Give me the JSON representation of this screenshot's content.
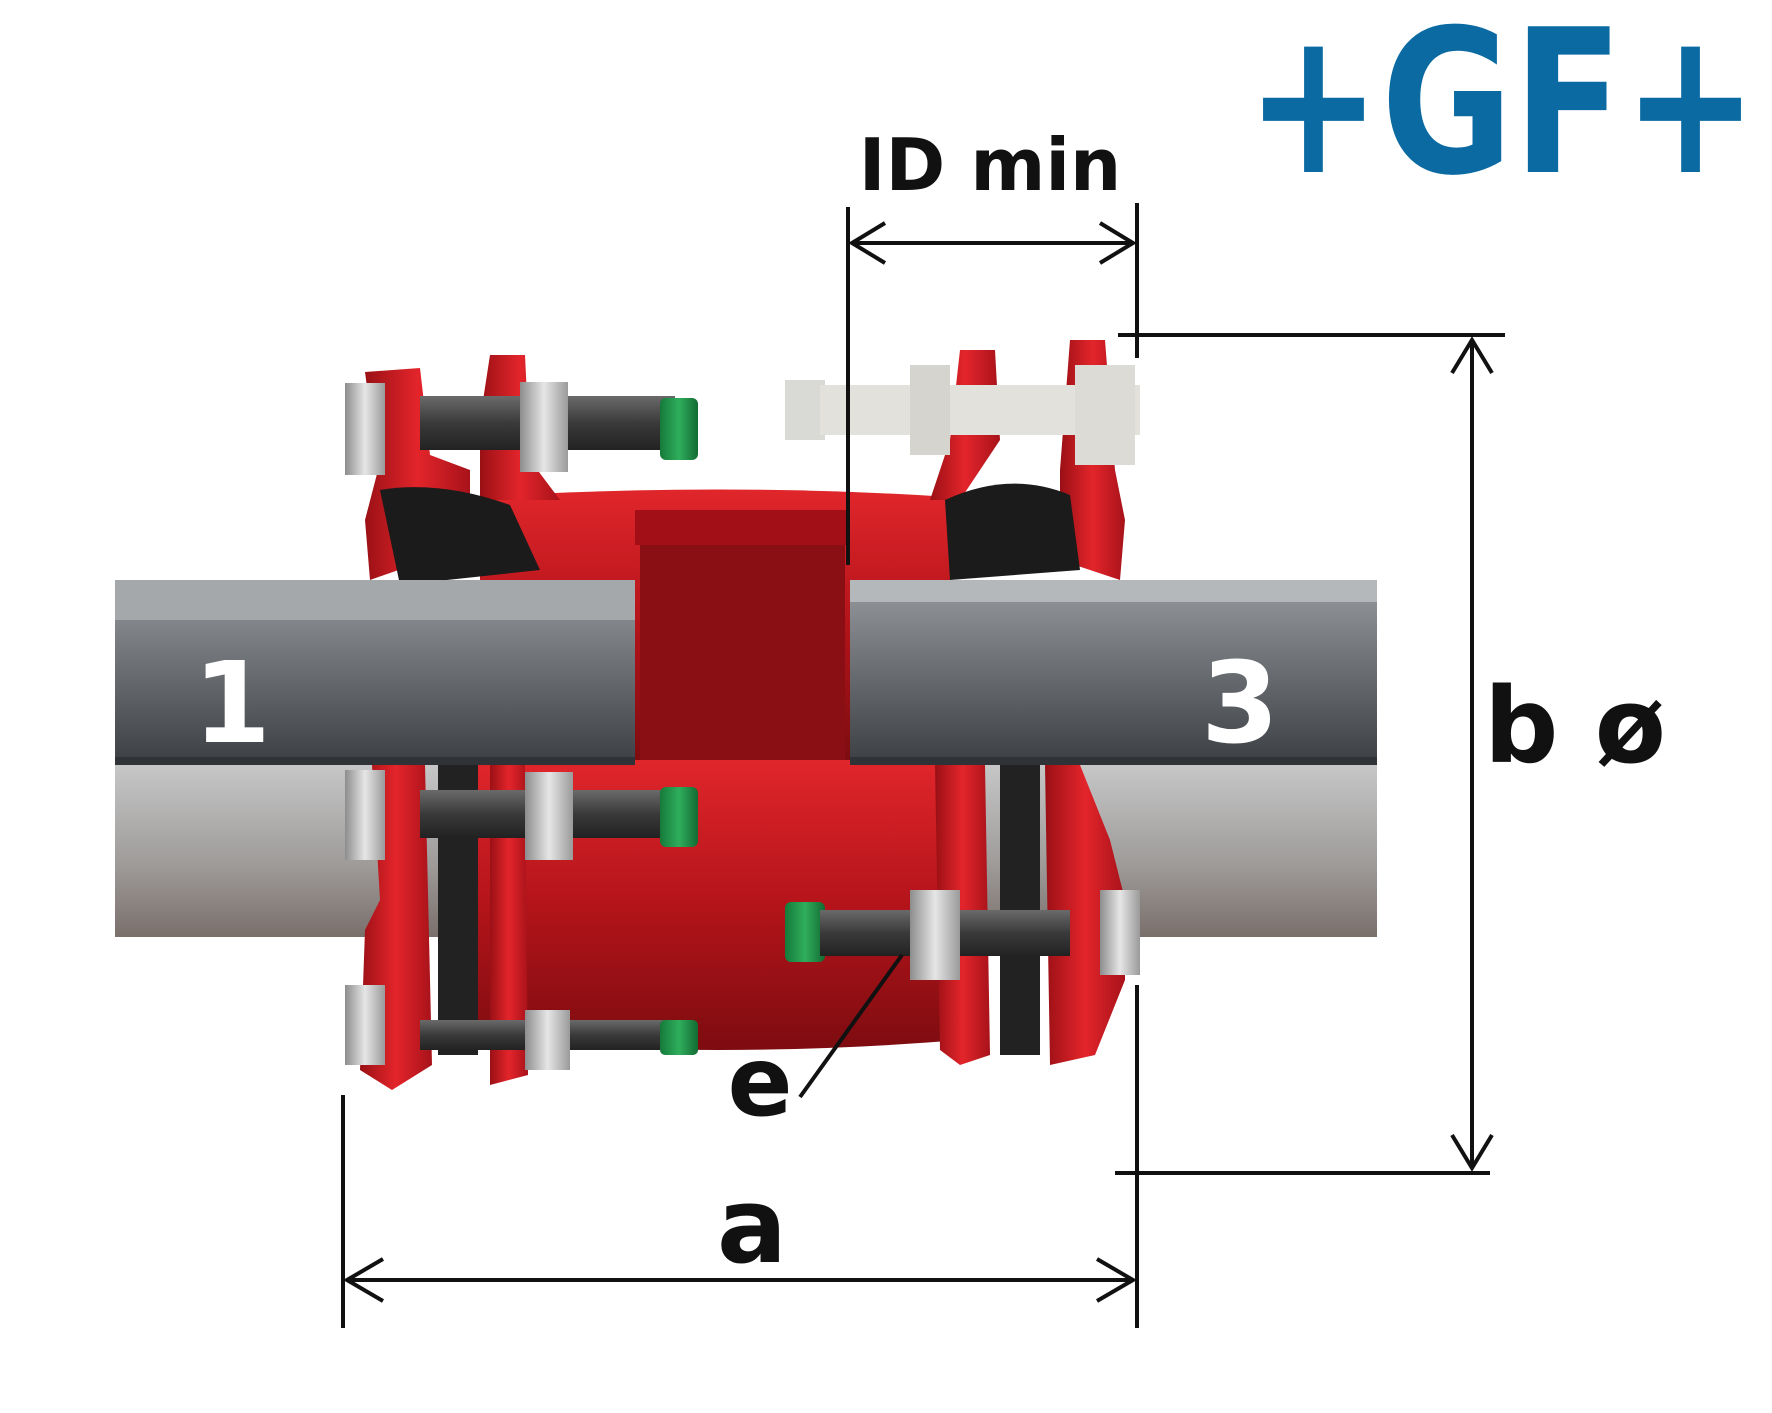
{
  "logo": {
    "text": "+GF+",
    "color": "#0b6aa2"
  },
  "labels": {
    "id_min": "ID min",
    "a": "a",
    "b": "b ø",
    "e": "e"
  },
  "pipes": {
    "left": "1",
    "right": "3"
  },
  "colors": {
    "coupling_red": "#c8161e",
    "dark_red": "#8a0f14",
    "pipe_gray": "#6b6f74",
    "gasket_black": "#1b1b1b",
    "bolt_cap_green": "#1f8a45"
  }
}
